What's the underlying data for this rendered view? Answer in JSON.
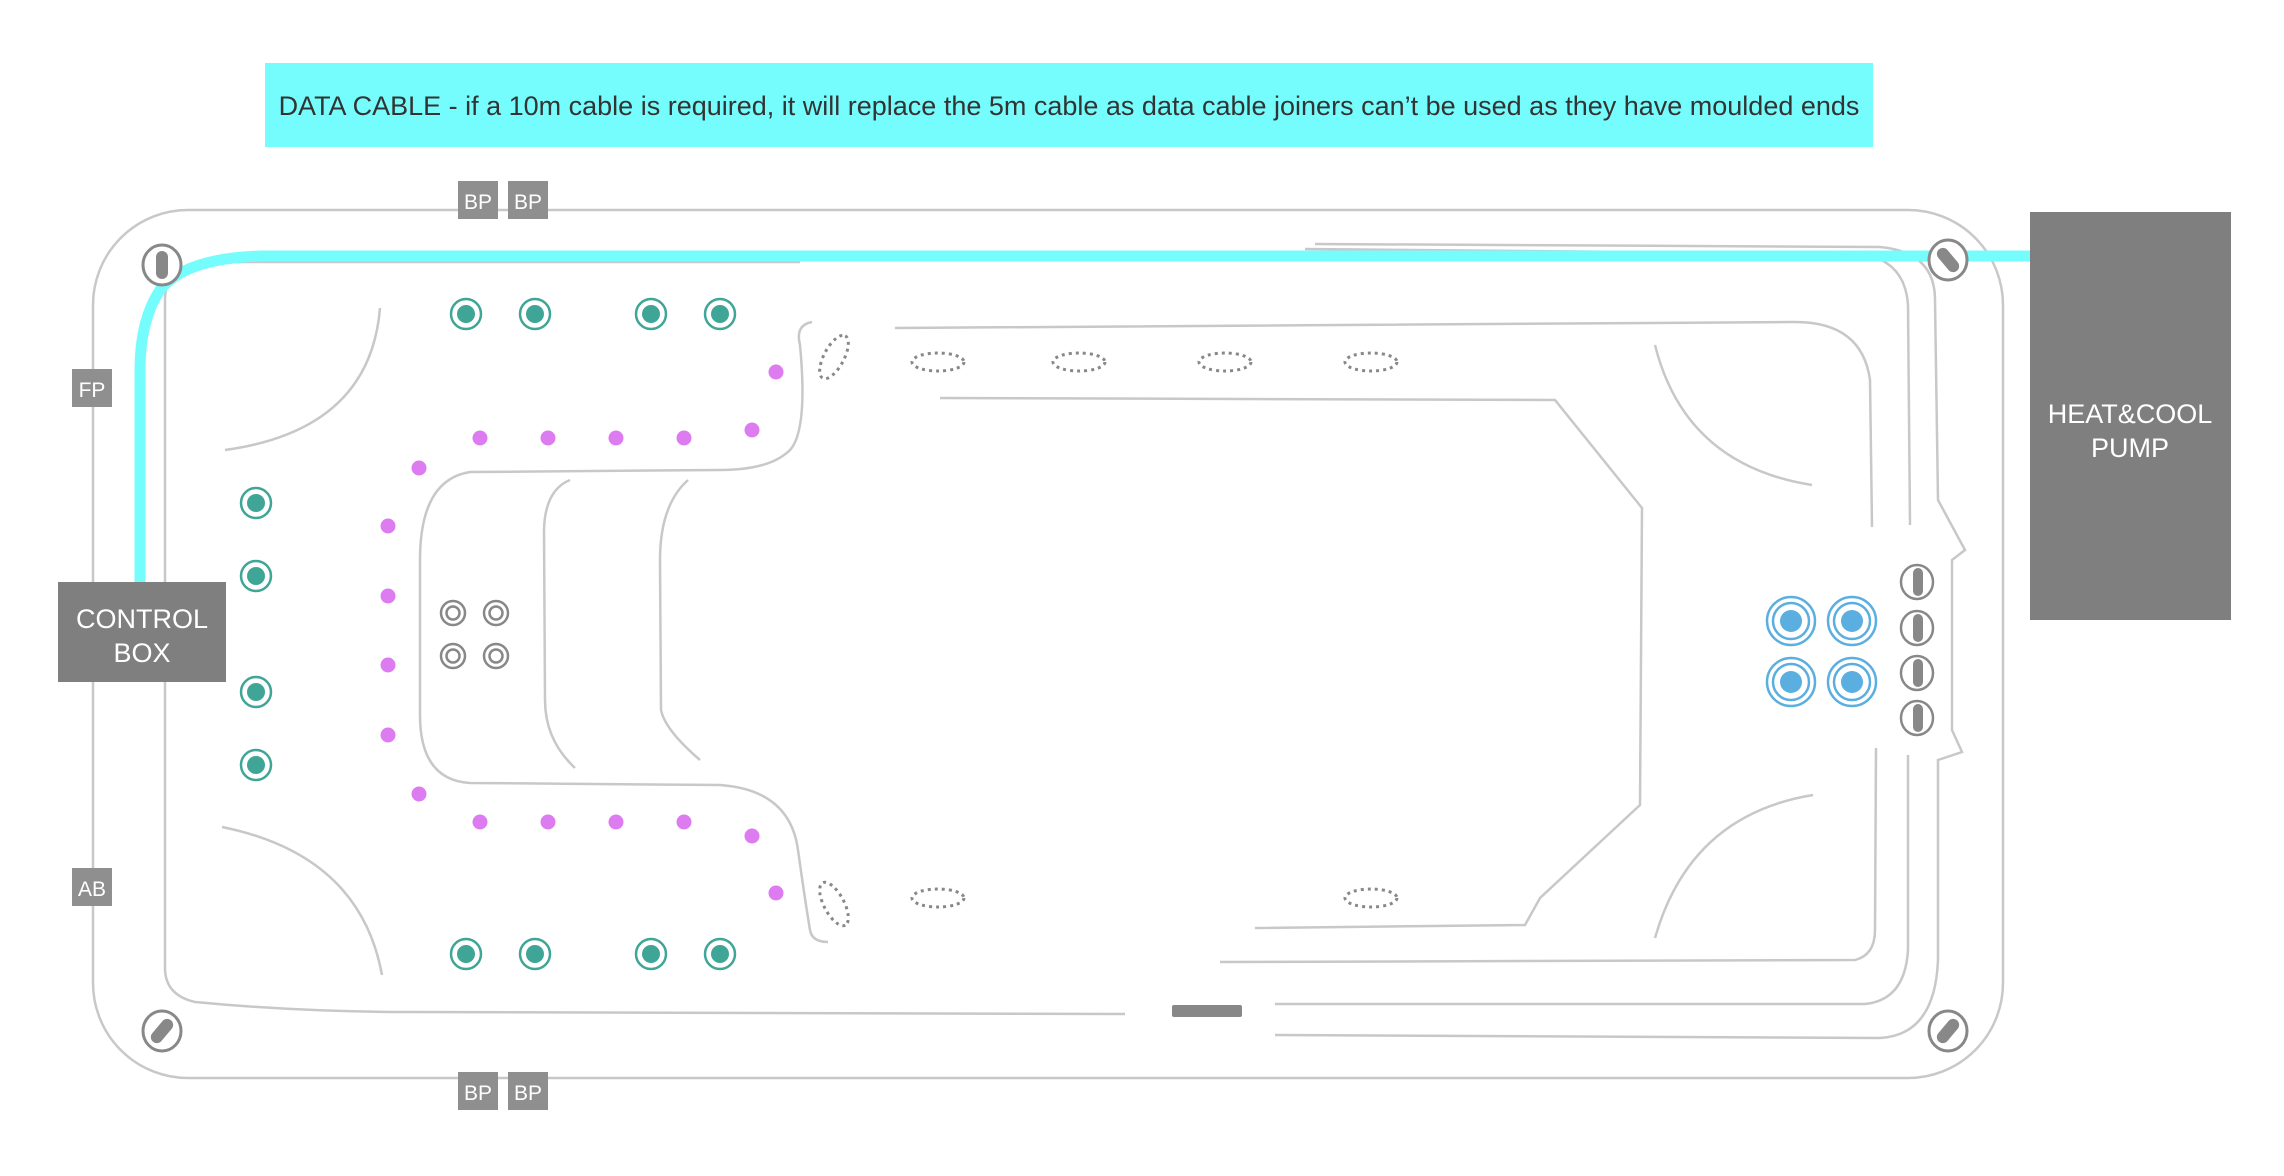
{
  "banner": {
    "text": "DATA CABLE - if a 10m cable is required, it will replace the 5m cable as data cable joiners can’t be used as they have moulded ends"
  },
  "badges": {
    "bp": "BP",
    "fp": "FP",
    "ab": "AB"
  },
  "control_box": {
    "line1": "CONTROL",
    "line2": "BOX"
  },
  "heat_pump": {
    "line1": "HEAT&COOL",
    "line2": "PUMP"
  },
  "colors": {
    "cable": "#75fdfe",
    "banner_bg": "#75fdfe",
    "box_fill": "#7f7f7f",
    "badge_fill": "#8f8f8f",
    "outline": "#c8c8c8",
    "teal_jet": "#3fa596",
    "pink_jet": "#dc7cf0",
    "blue_jet": "#5aaee0",
    "grey_fitting": "#888888"
  }
}
